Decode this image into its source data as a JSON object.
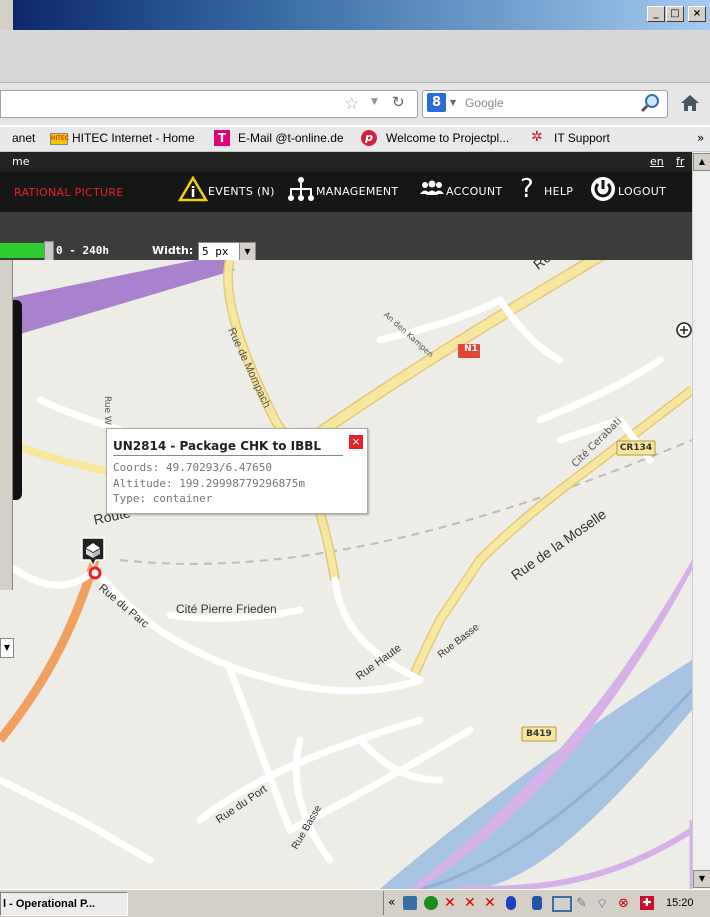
{
  "window": {
    "min": "_",
    "max": "□",
    "close": "×"
  },
  "nav": {
    "search_placeholder": "Google",
    "search_engine_badge": "8"
  },
  "bookmarks": [
    {
      "label": "anet"
    },
    {
      "label": "HITEC Internet - Home"
    },
    {
      "label": "E-Mail @t-online.de"
    },
    {
      "label": "Welcome to Projectpl..."
    },
    {
      "label": "IT Support"
    }
  ],
  "bookmarks_overflow": "»",
  "app": {
    "home_crumb": "me",
    "lang_en": "en",
    "lang_fr": "fr",
    "section_title": "RATIONAL PICTURE",
    "menu": {
      "events": "EVENTS (N)",
      "management": "MANAGEMENT",
      "account": "ACCOUNT",
      "help": "HELP",
      "logout": "LOGOUT"
    },
    "toolbar": {
      "time_range": "0 - 240h",
      "width_label": "Width:",
      "width_value": "5 px"
    }
  },
  "map": {
    "roads": {
      "route_de_wa": "Route de Wa",
      "n1": "N1",
      "an_den_kampen": "An den Kampen",
      "rue_de_mompach": "Rue de Mompach",
      "rue_w": "Rue W",
      "cite_cerabati": "Cité Cerabati",
      "cr134": "CR134",
      "route": "Route",
      "rue_de_la_moselle": "Rue de la Moselle",
      "rue_du_parc": "Rue du Parc",
      "cite_pierre_frieden": "Cité Pierre Frieden",
      "rue_haute": "Rue Haute",
      "rue_basse_1": "Rue Basse",
      "b419": "B419",
      "rue_du_port": "Rue du Port",
      "rue_basse_2": "Rue Basse"
    },
    "popup": {
      "title": "UN2814 - Package CHK to IBBL",
      "coords": "Coords: 49.70293/6.47650",
      "altitude": "Altitude: 199.29998779296875m",
      "type": "Type: container"
    }
  },
  "taskbar": {
    "task_label": "l - Operational P...",
    "clock": "15:20",
    "tray_expand": "«"
  },
  "colors": {
    "accent_red": "#e8202a",
    "header_dark": "#161616",
    "toolbar_grey": "#3c3c3c",
    "river": "#a7c3e4",
    "road_yellow": "#f7e79e"
  }
}
